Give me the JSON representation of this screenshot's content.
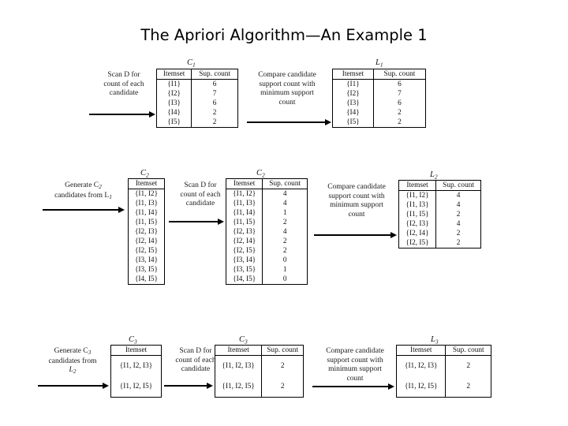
{
  "slide": {
    "title": "The Apriori Algorithm—An Example 1"
  },
  "columns": {
    "itemset": "Itemset",
    "supcount": "Sup. count"
  },
  "labels": {
    "c1": "C",
    "c1_sub": "1",
    "l1": "L",
    "l1_sub": "1",
    "c2": "C",
    "c2_sub": "2",
    "l2": "L",
    "l2_sub": "2",
    "c3": "C",
    "c3_sub": "3",
    "l3": "L",
    "l3_sub": "3"
  },
  "captions": {
    "scan_d_1": "Scan D for",
    "scan_d_2": "count of each",
    "scan_d_3": "candidate",
    "compare_1": "Compare candidate",
    "compare_2": "support count with",
    "compare_3": "minimum support",
    "compare_4": "count",
    "gen_c2_1": "Generate C",
    "gen_c2_1_sub": "2",
    "gen_c2_2": "candidates from L",
    "gen_c2_2_sub": "1",
    "gen_c3_1": "Generate C",
    "gen_c3_1_sub": "3",
    "gen_c3_2": "candidates from",
    "gen_c3_3": "L",
    "gen_c3_3_sub": "2"
  },
  "tables": {
    "c1": {
      "name": "C1",
      "headers": [
        "Itemset",
        "Sup. count"
      ],
      "rows": [
        [
          "{I1}",
          "6"
        ],
        [
          "{I2}",
          "7"
        ],
        [
          "{I3}",
          "6"
        ],
        [
          "{I4}",
          "2"
        ],
        [
          "{I5}",
          "2"
        ]
      ]
    },
    "l1": {
      "name": "L1",
      "headers": [
        "Itemset",
        "Sup. count"
      ],
      "rows": [
        [
          "{I1}",
          "6"
        ],
        [
          "{I2}",
          "7"
        ],
        [
          "{I3}",
          "6"
        ],
        [
          "{I4}",
          "2"
        ],
        [
          "{I5}",
          "2"
        ]
      ]
    },
    "c2_candidates": {
      "name": "C2",
      "headers": [
        "Itemset"
      ],
      "rows": [
        [
          "{I1, I2}"
        ],
        [
          "{I1, I3}"
        ],
        [
          "{I1, I4}"
        ],
        [
          "{I1, I5}"
        ],
        [
          "{I2, I3}"
        ],
        [
          "{I2, I4}"
        ],
        [
          "{I2, I5}"
        ],
        [
          "{I3, I4}"
        ],
        [
          "{I3, I5}"
        ],
        [
          "{I4, I5}"
        ]
      ]
    },
    "c2_counts": {
      "name": "C2",
      "headers": [
        "Itemset",
        "Sup. count"
      ],
      "rows": [
        [
          "{I1, I2}",
          "4"
        ],
        [
          "{I1, I3}",
          "4"
        ],
        [
          "{I1, I4}",
          "1"
        ],
        [
          "{I1, I5}",
          "2"
        ],
        [
          "{I2, I3}",
          "4"
        ],
        [
          "{I2, I4}",
          "2"
        ],
        [
          "{I2, I5}",
          "2"
        ],
        [
          "{I3, I4}",
          "0"
        ],
        [
          "{I3, I5}",
          "1"
        ],
        [
          "{I4, I5}",
          "0"
        ]
      ]
    },
    "l2": {
      "name": "L2",
      "headers": [
        "Itemset",
        "Sup. count"
      ],
      "rows": [
        [
          "{I1, I2}",
          "4"
        ],
        [
          "{I1, I3}",
          "4"
        ],
        [
          "{I1, I5}",
          "2"
        ],
        [
          "{I2, I3}",
          "4"
        ],
        [
          "{I2, I4}",
          "2"
        ],
        [
          "{I2, I5}",
          "2"
        ]
      ]
    },
    "c3_candidates": {
      "name": "C3",
      "headers": [
        "Itemset"
      ],
      "rows": [
        [
          "{I1, I2, I3}"
        ],
        [
          "{I1, I2, I5}"
        ]
      ]
    },
    "c3_counts": {
      "name": "C3",
      "headers": [
        "Itemset",
        "Sup. count"
      ],
      "rows": [
        [
          "{I1, I2, I3}",
          "2"
        ],
        [
          "{I1, I2, I5}",
          "2"
        ]
      ]
    },
    "l3": {
      "name": "L3",
      "headers": [
        "Itemset",
        "Sup. count"
      ],
      "rows": [
        [
          "{I1, I2, I3}",
          "2"
        ],
        [
          "{I1, I2, I5}",
          "2"
        ]
      ]
    }
  }
}
